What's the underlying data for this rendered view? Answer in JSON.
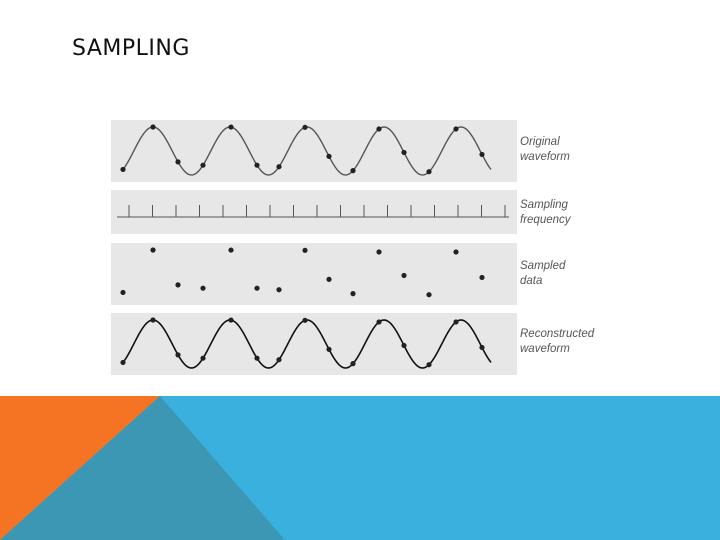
{
  "slide": {
    "title": "SAMPLING"
  },
  "panels": [
    {
      "id": "original",
      "label_lines": [
        "Original",
        "waveform"
      ]
    },
    {
      "id": "sampling",
      "label_lines": [
        "Sampling",
        "frequency"
      ]
    },
    {
      "id": "sampled",
      "label_lines": [
        "Sampled",
        "data"
      ]
    },
    {
      "id": "reconstructed",
      "label_lines": [
        "Reconstructed",
        "waveform"
      ]
    }
  ],
  "colors": {
    "panel_bg": "#e7e7e7",
    "waveform": "#555555",
    "reconstructed_waveform": "#111111",
    "sample_dot": "#222222",
    "deco_orange": "#f47424",
    "deco_teal": "#3b97b4",
    "deco_blue": "#3ab0de"
  }
}
